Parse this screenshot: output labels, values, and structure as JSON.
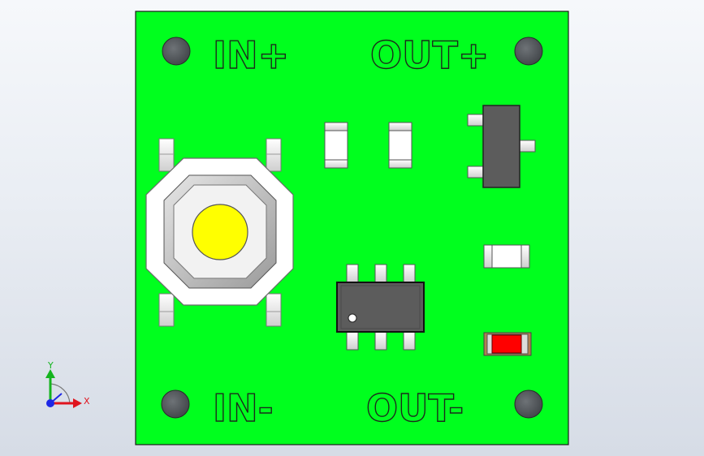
{
  "board": {
    "labels": {
      "in_plus": "IN+",
      "out_plus": "OUT+",
      "in_minus": "IN-",
      "out_minus": "OUT-"
    },
    "colors": {
      "pcb": "#00ff1e",
      "button_cap": "#ffff00",
      "led": "#ff0000",
      "ic_body": "#5c5c5c",
      "hole": "#555a5e"
    }
  },
  "triad": {
    "x_label": "X",
    "y_label": "Y",
    "x_color": "#e0141e",
    "y_color": "#14b41e",
    "z_color": "#1e28e6"
  }
}
